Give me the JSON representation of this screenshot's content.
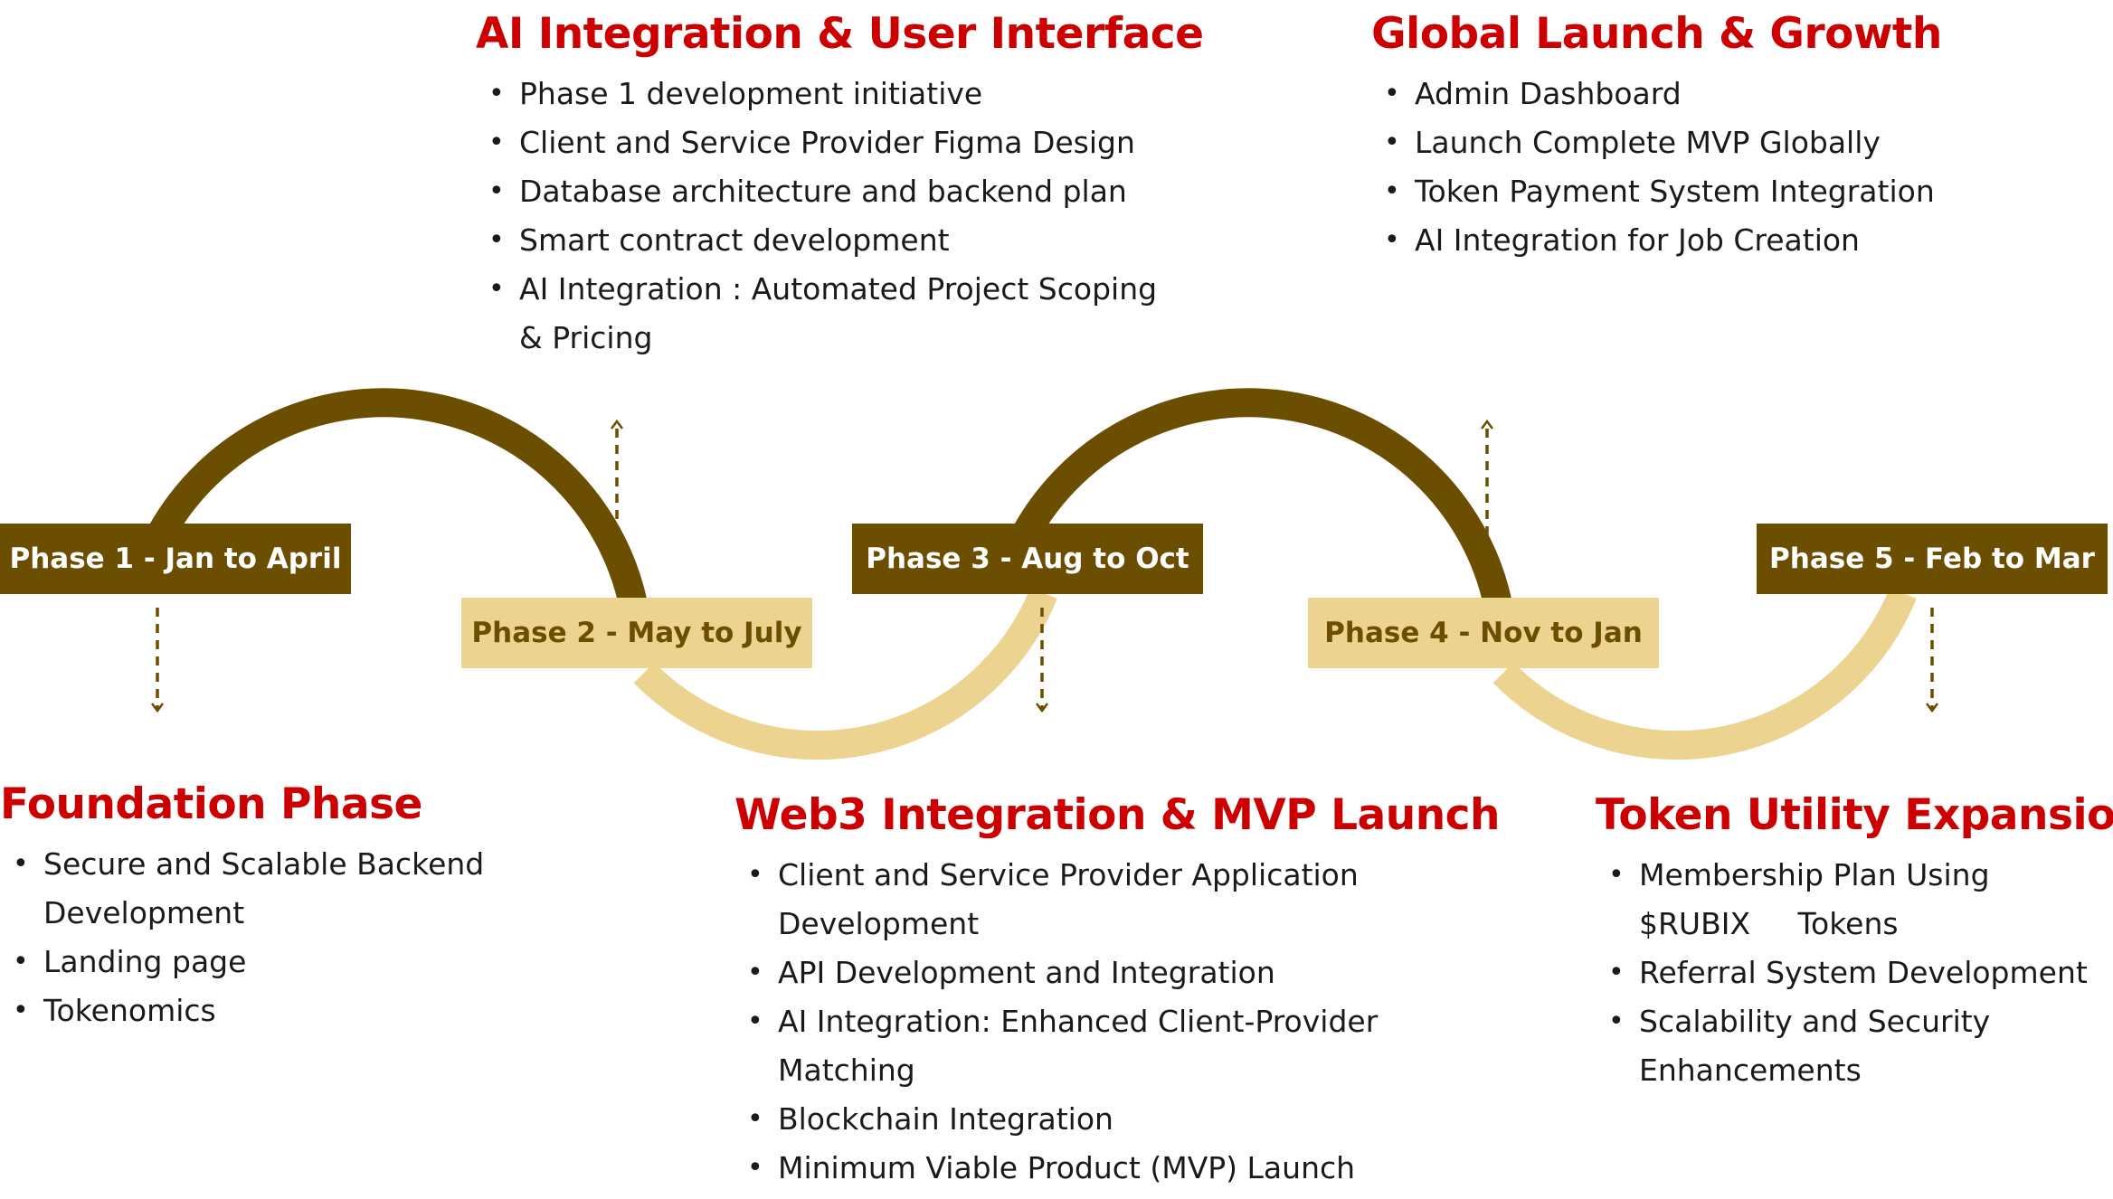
{
  "colors": {
    "dark": "#6b4e00",
    "light": "#ecd390",
    "heading": "#cc0000",
    "text": "#1a1a1a"
  },
  "phases": [
    {
      "label": "Phase 1 - Jan to April"
    },
    {
      "label": "Phase 2 - May to July"
    },
    {
      "label": "Phase 3 - Aug to Oct"
    },
    {
      "label": "Phase 4 - Nov to Jan"
    },
    {
      "label": "Phase 5 - Feb to Mar"
    }
  ],
  "sections": [
    {
      "title": "Foundation Phase",
      "items": [
        "Secure and Scalable Backend Development",
        "Landing page",
        "Tokenomics"
      ]
    },
    {
      "title": "AI Integration & User Interface",
      "items": [
        "Phase 1 development initiative",
        "Client and Service Provider Figma Design",
        "Database architecture and backend plan",
        "Smart contract development",
        "AI Integration : Automated Project Scoping & Pricing"
      ]
    },
    {
      "title": "Web3 Integration & MVP Launch",
      "items": [
        "Client and Service Provider Application Development",
        "API Development and Integration",
        "AI Integration: Enhanced Client-Provider Matching",
        "Blockchain Integration",
        "Minimum Viable Product (MVP) Launch"
      ]
    },
    {
      "title": "Global Launch & Growth",
      "items": [
        "Admin Dashboard",
        "Launch Complete MVP Globally",
        "Token Payment System Integration",
        "AI Integration for Job Creation"
      ]
    },
    {
      "title": "Token Utility Expansion",
      "items": [
        "Membership Plan Using $RUBIX     Tokens",
        "Referral System Development",
        "Scalability and Security Enhancements"
      ]
    }
  ]
}
